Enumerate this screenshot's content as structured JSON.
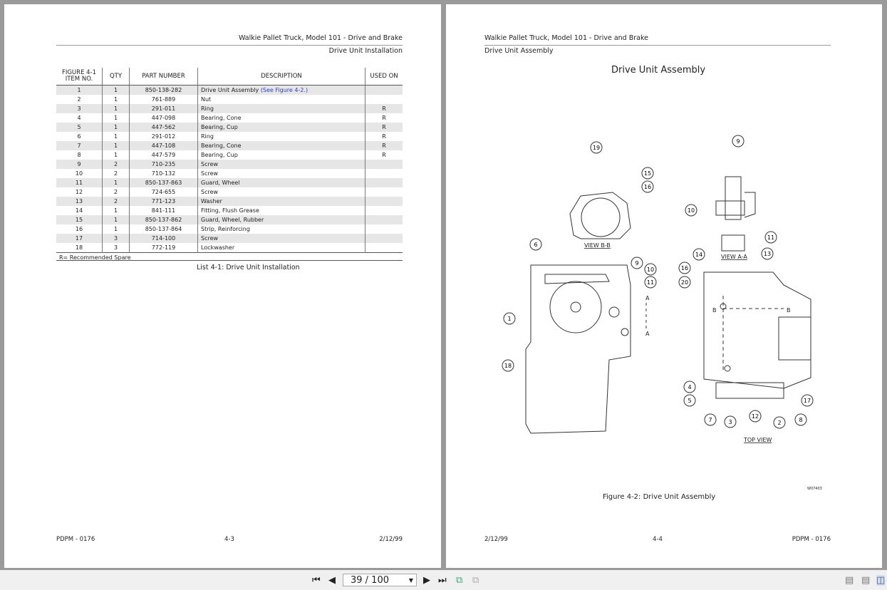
{
  "left_page": {
    "header_title": "Walkie Pallet Truck, Model 101  - Drive and Brake",
    "header_subtitle": "Drive Unit Installation",
    "table": {
      "headers": [
        "FIGURE 4-1 ITEM NO.",
        "QTY",
        "PART NUMBER",
        "DESCRIPTION",
        "USED ON"
      ],
      "rows": [
        {
          "item": "1",
          "qty": "1",
          "part": "850-138-282",
          "desc": "Drive Unit Assembly",
          "link": "(See Figure 4-2.)",
          "used": ""
        },
        {
          "item": "2",
          "qty": "1",
          "part": "761-889",
          "desc": "Nut",
          "used": ""
        },
        {
          "item": "3",
          "qty": "1",
          "part": "291-011",
          "desc": "Ring",
          "used": "R"
        },
        {
          "item": "4",
          "qty": "1",
          "part": "447-098",
          "desc": "Bearing, Cone",
          "used": "R"
        },
        {
          "item": "5",
          "qty": "1",
          "part": "447-562",
          "desc": "Bearing, Cup",
          "used": "R"
        },
        {
          "item": "6",
          "qty": "1",
          "part": "291-012",
          "desc": "Ring",
          "used": "R"
        },
        {
          "item": "7",
          "qty": "1",
          "part": "447-108",
          "desc": "Bearing, Cone",
          "used": "R"
        },
        {
          "item": "8",
          "qty": "1",
          "part": "447-579",
          "desc": "Bearing, Cup",
          "used": "R"
        },
        {
          "item": "9",
          "qty": "2",
          "part": "710-235",
          "desc": "Screw",
          "used": ""
        },
        {
          "item": "10",
          "qty": "2",
          "part": "710-132",
          "desc": "Screw",
          "used": ""
        },
        {
          "item": "11",
          "qty": "1",
          "part": "850-137-863",
          "desc": "Guard, Wheel",
          "used": ""
        },
        {
          "item": "12",
          "qty": "2",
          "part": "724-655",
          "desc": "Screw",
          "used": ""
        },
        {
          "item": "13",
          "qty": "2",
          "part": "771-123",
          "desc": "Washer",
          "used": ""
        },
        {
          "item": "14",
          "qty": "1",
          "part": "841-111",
          "desc": "Fitting, Flush Grease",
          "used": ""
        },
        {
          "item": "15",
          "qty": "1",
          "part": "850-137-862",
          "desc": "Guard, Wheel, Rubber",
          "used": ""
        },
        {
          "item": "16",
          "qty": "1",
          "part": "850-137-864",
          "desc": "Strip, Reinforcing",
          "used": ""
        },
        {
          "item": "17",
          "qty": "3",
          "part": "714-100",
          "desc": "Screw",
          "used": ""
        },
        {
          "item": "18",
          "qty": "3",
          "part": "772-119",
          "desc": "Lockwasher",
          "used": ""
        }
      ],
      "note": "R= Recommended Spare"
    },
    "caption": "List 4-1:  Drive Unit Installation",
    "footer_left": "PDPM - 0176",
    "footer_center": "4-3",
    "footer_right": "2/12/99"
  },
  "right_page": {
    "header_title": "Walkie Pallet Truck, Model 101  - Drive and Brake",
    "header_subtitle": "Drive Unit Assembly",
    "figure_title": "Drive Unit Assembly",
    "view_labels": [
      "VIEW B-B",
      "VIEW A-A",
      "TOP VIEW"
    ],
    "callouts": [
      "19",
      "15",
      "16",
      "9",
      "10",
      "11",
      "14",
      "13",
      "6",
      "9",
      "10",
      "11",
      "1",
      "18",
      "16",
      "20",
      "4",
      "5",
      "7",
      "3",
      "12",
      "2",
      "8",
      "17"
    ],
    "section_marks": [
      "A",
      "A",
      "B",
      "B"
    ],
    "drawing_id": "W07403",
    "caption": "Figure 4-2:  Drive Unit Assembly",
    "footer_left": "2/12/99",
    "footer_center": "4-4",
    "footer_right": "PDPM - 0176"
  },
  "toolbar": {
    "page_value": "39 / 100"
  }
}
